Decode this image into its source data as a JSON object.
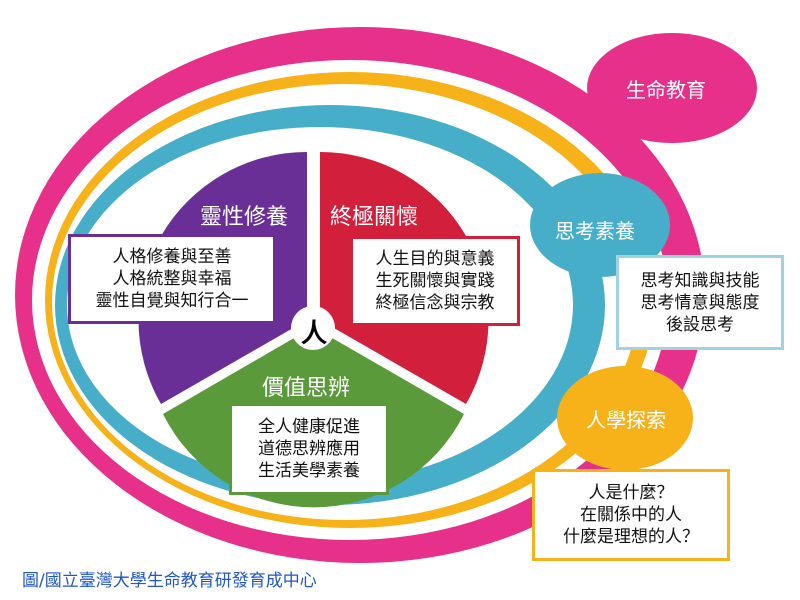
{
  "outer_ring": {
    "label": "生命教育",
    "color": "#e7308a"
  },
  "middle_ring": {
    "label": "思考素養",
    "color": "#46aec8"
  },
  "inner_ring": {
    "label": "人學探索",
    "color": "#f7b21a"
  },
  "pie": {
    "center_label": "人",
    "segments": [
      {
        "title": "靈性修養",
        "color": "#6a2f97",
        "items": [
          "人格修養與至善",
          "人格統整與幸福",
          "靈性自覺與知行合一"
        ]
      },
      {
        "title": "終極關懷",
        "color": "#d21f3c",
        "items": [
          "人生目的與意義",
          "生死關懷與實踐",
          "終極信念與宗教"
        ]
      },
      {
        "title": "價值思辨",
        "color": "#5a9a3a",
        "items": [
          "全人健康促進",
          "道德思辨應用",
          "生活美學素養"
        ]
      }
    ]
  },
  "thinking_box": {
    "items": [
      "思考知識與技能",
      "思考情意與態度",
      "後設思考"
    ]
  },
  "inquiry_box": {
    "items": [
      "人是什麼？",
      "在關係中的人",
      "什麼是理想的人？"
    ]
  },
  "caption": "圖/國立臺灣大學生命教育研發育成中心"
}
